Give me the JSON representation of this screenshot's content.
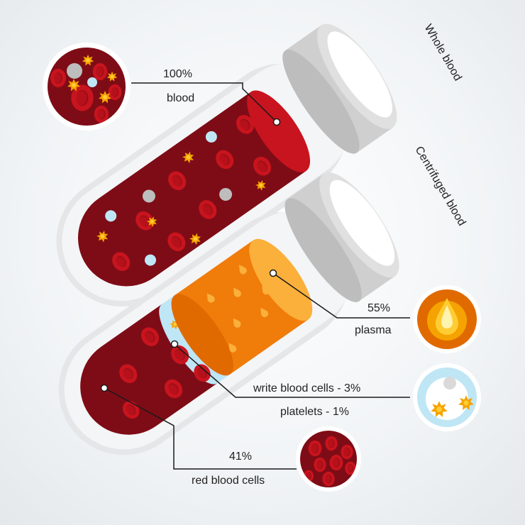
{
  "labels": {
    "whole_blood": "Whole blood",
    "centrifuged_blood": "Centrifuged blood",
    "whole_percent": "100%",
    "whole_name": "blood",
    "plasma_percent": "55%",
    "plasma_name": "plasma",
    "wbc_text": "write blood cells - 3%",
    "platelets_text": "platelets - 1%",
    "rbc_percent": "41%",
    "rbc_name": "red blood cells"
  },
  "colors": {
    "blood_dark": "#7e0c16",
    "blood_red": "#c8141e",
    "plasma_orange": "#f07c0a",
    "plasma_light": "#fbb03b",
    "wbc_blue": "#bfe6f5",
    "platelet_yellow": "#f5a300",
    "cap_grey": "#d0d0d0"
  }
}
